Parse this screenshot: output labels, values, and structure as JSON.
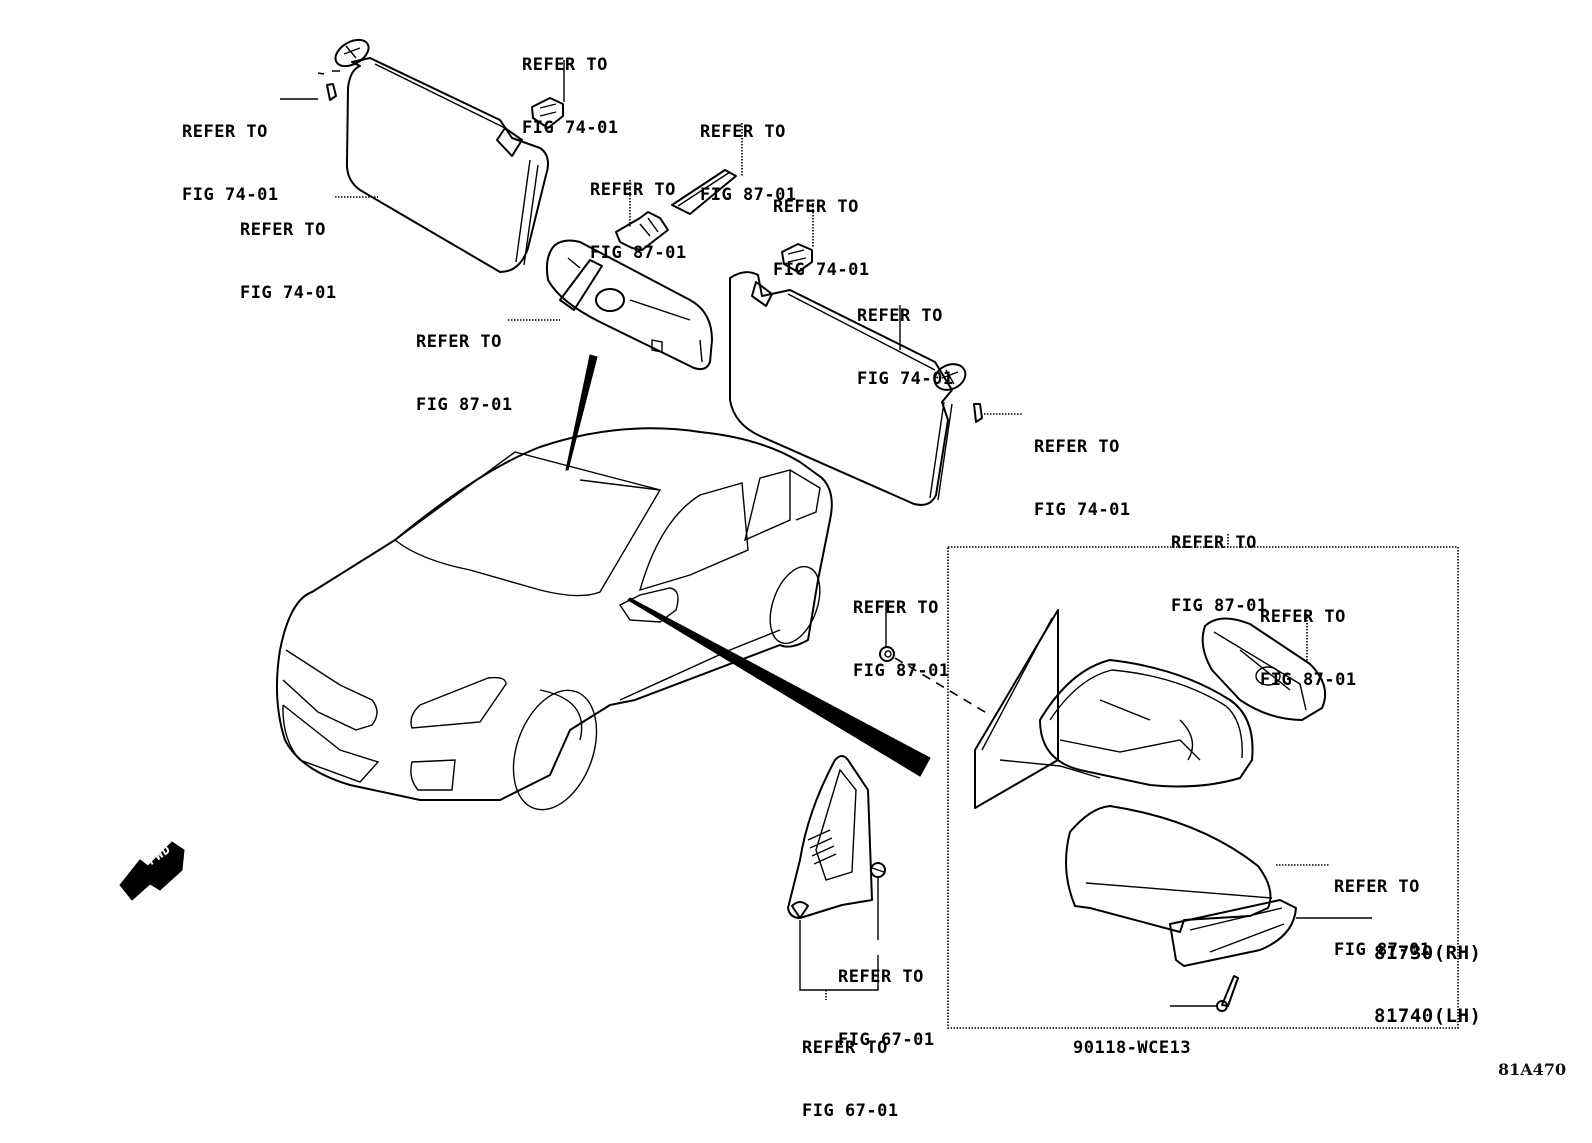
{
  "diagram": {
    "code": "81A470",
    "fwd_arrow": {
      "label": "FWD",
      "icon": "fwd-arrow-icon"
    },
    "callouts": [
      {
        "id": "sun-visor-screw-lh",
        "line1": "REFER TO",
        "line2": "FIG 74-01"
      },
      {
        "id": "visor-holder-lh",
        "line1": "REFER TO",
        "line2": "FIG 74-01"
      },
      {
        "id": "sun-visor-lh",
        "line1": "REFER TO",
        "line2": "FIG 74-01"
      },
      {
        "id": "mirror-bracket",
        "line1": "REFER TO",
        "line2": "FIG 87-01"
      },
      {
        "id": "mirror-cover",
        "line1": "REFER TO",
        "line2": "FIG 87-01"
      },
      {
        "id": "visor-holder-rh",
        "line1": "REFER TO",
        "line2": "FIG 74-01"
      },
      {
        "id": "inner-rear-view-mirror",
        "line1": "REFER TO",
        "line2": "FIG 87-01"
      },
      {
        "id": "sun-visor-rh",
        "line1": "REFER TO",
        "line2": "FIG 74-01"
      },
      {
        "id": "sun-visor-screw-rh",
        "line1": "REFER TO",
        "line2": "FIG 74-01"
      },
      {
        "id": "outer-mirror-assy",
        "line1": "REFER TO",
        "line2": "FIG 87-01"
      },
      {
        "id": "mirror-nut",
        "line1": "REFER TO",
        "line2": "FIG 87-01"
      },
      {
        "id": "outer-mirror-glass",
        "line1": "REFER TO",
        "line2": "FIG 87-01"
      },
      {
        "id": "outer-mirror-cover",
        "line1": "REFER TO",
        "line2": "FIG 87-01"
      },
      {
        "id": "garnish-clip",
        "line1": "REFER TO",
        "line2": "FIG 67-01"
      },
      {
        "id": "door-garnish",
        "line1": "REFER TO",
        "line2": "FIG 67-01"
      }
    ],
    "part_numbers": [
      {
        "id": "side-turn-lamp",
        "line1": "81730(RH)",
        "line2": "81740(LH)"
      },
      {
        "id": "lamp-screw",
        "line1": "90118-WCE13"
      }
    ]
  }
}
